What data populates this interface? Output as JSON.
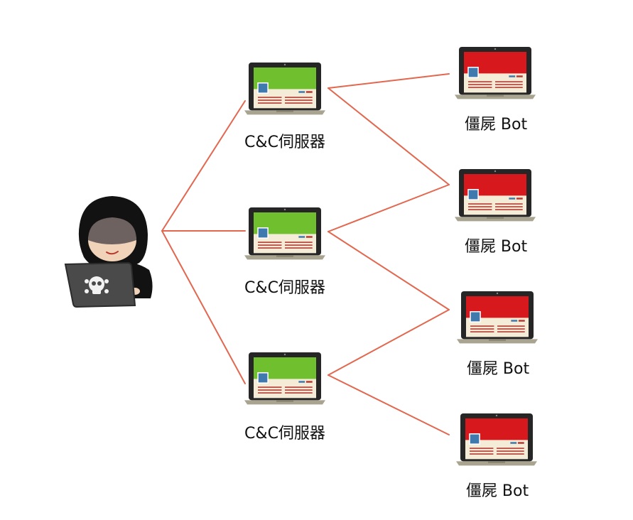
{
  "colors": {
    "connector": "#e3674f",
    "server_screen": "#6fbf2e",
    "bot_screen": "#d7181c",
    "panel": "#f4ecd6",
    "frame": "#262626",
    "base": "#a9a48f",
    "avatar_blue": "#3f79ad",
    "panel_lines": "#b53a34",
    "hoodie": "#121212",
    "face_shadow": "#6e6260",
    "attacker_laptop": "#4a4a4a"
  },
  "attacker": {
    "icon": "hacker-icon"
  },
  "servers": [
    {
      "label": "C&C伺服器"
    },
    {
      "label": "C&C伺服器"
    },
    {
      "label": "C&C伺服器"
    }
  ],
  "bots": [
    {
      "label": "僵屍 Bot"
    },
    {
      "label": "僵屍 Bot"
    },
    {
      "label": "僵屍 Bot"
    },
    {
      "label": "僵屍 Bot"
    }
  ]
}
